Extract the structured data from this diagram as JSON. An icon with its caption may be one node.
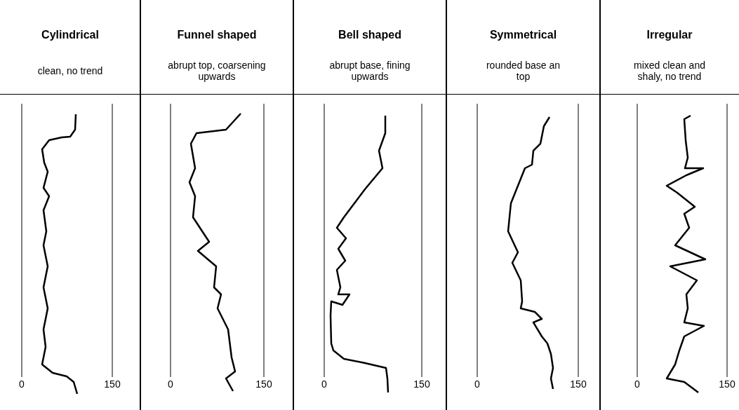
{
  "diagram": {
    "labels": [
      "Cylindrical",
      "Funnel shaped",
      "Bell shaped",
      "Symmetrical",
      "Irregular",
      "clean, no trend",
      "abrupt top, coarsening upwards",
      "abrupt base, fining upwards",
      "rounded base an top",
      "mixed clean and shaly, no trend",
      "0",
      "150",
      "0",
      "150",
      "0",
      "150",
      "0",
      "150",
      "0",
      "150"
    ]
  }
}
